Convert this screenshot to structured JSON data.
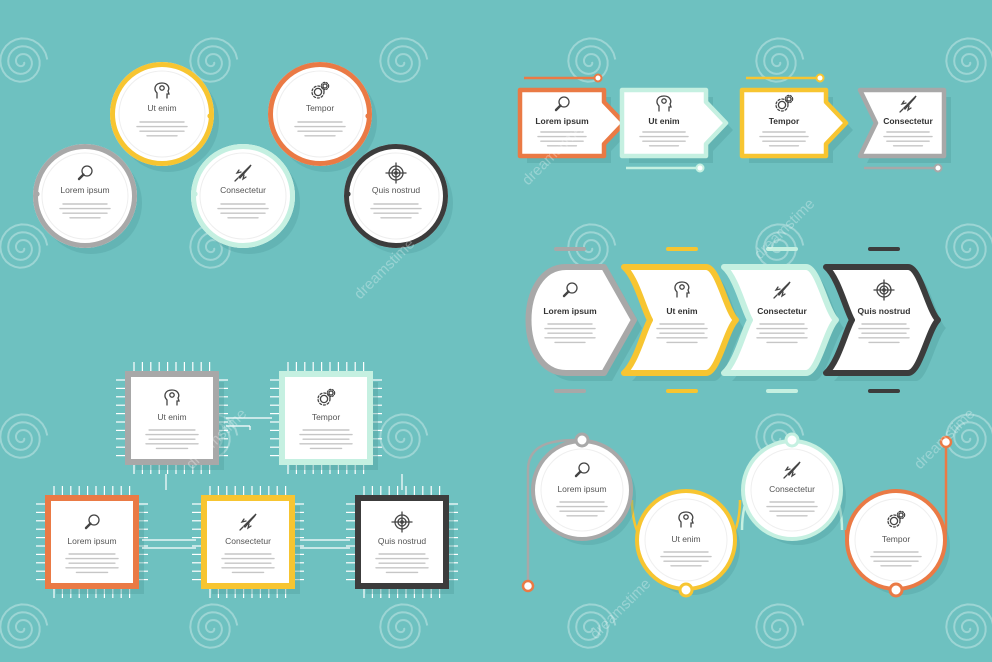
{
  "colors": {
    "background": "#6ec1c0",
    "gray": "#a8a8a8",
    "yellow": "#f7c531",
    "orange": "#ea7a45",
    "mint": "#c5f0e1",
    "dark": "#3c3c3c"
  },
  "watermark": "dreamstime",
  "group_circles": {
    "items": [
      {
        "title": "Lorem ipsum",
        "icon": "magnifier-icon",
        "color": "gray"
      },
      {
        "title": "Ut enim",
        "icon": "head-icon",
        "color": "yellow"
      },
      {
        "title": "Consectetur",
        "icon": "rocket-icon",
        "color": "mint"
      },
      {
        "title": "Tempor",
        "icon": "gears-icon",
        "color": "orange"
      },
      {
        "title": "Quis nostrud",
        "icon": "target-icon",
        "color": "dark"
      }
    ]
  },
  "group_arrows": {
    "items": [
      {
        "title": "Lorem ipsum",
        "icon": "magnifier-icon",
        "color": "orange"
      },
      {
        "title": "Ut enim",
        "icon": "head-icon",
        "color": "mint"
      },
      {
        "title": "Tempor",
        "icon": "gears-icon",
        "color": "yellow"
      },
      {
        "title": "Consectetur",
        "icon": "rocket-icon",
        "color": "gray"
      }
    ]
  },
  "group_drops": {
    "items": [
      {
        "title": "Lorem ipsum",
        "icon": "magnifier-icon",
        "color": "gray"
      },
      {
        "title": "Ut enim",
        "icon": "head-icon",
        "color": "yellow"
      },
      {
        "title": "Consectetur",
        "icon": "rocket-icon",
        "color": "mint"
      },
      {
        "title": "Quis nostrud",
        "icon": "target-icon",
        "color": "dark"
      }
    ]
  },
  "group_chips": {
    "items": [
      {
        "title": "Ut enim",
        "icon": "head-icon",
        "color": "gray"
      },
      {
        "title": "Tempor",
        "icon": "gears-icon",
        "color": "mint"
      },
      {
        "title": "Lorem ipsum",
        "icon": "magnifier-icon",
        "color": "orange"
      },
      {
        "title": "Consectetur",
        "icon": "rocket-icon",
        "color": "yellow"
      },
      {
        "title": "Quis nostrud",
        "icon": "target-icon",
        "color": "dark"
      }
    ]
  },
  "group_path": {
    "items": [
      {
        "title": "Lorem ipsum",
        "icon": "magnifier-icon",
        "color": "gray"
      },
      {
        "title": "Ut enim",
        "icon": "head-icon",
        "color": "yellow"
      },
      {
        "title": "Consectetur",
        "icon": "rocket-icon",
        "color": "mint"
      },
      {
        "title": "Tempor",
        "icon": "gears-icon",
        "color": "orange"
      }
    ]
  }
}
